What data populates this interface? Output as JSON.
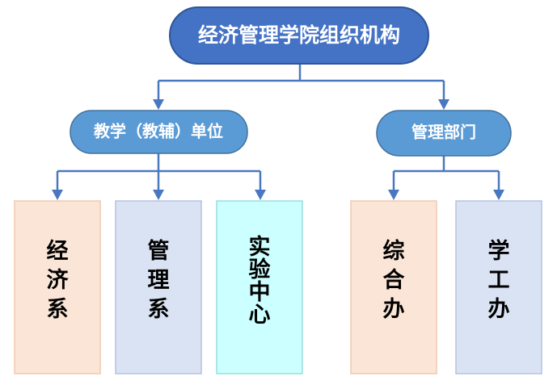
{
  "root": {
    "label": "经济管理学院组织机构"
  },
  "categories": [
    {
      "label": "教学（教辅）单位",
      "units": [
        {
          "label": "经济系",
          "fill": "#fbe5d6",
          "stroke": "#f1c9b0"
        },
        {
          "label": "管理系",
          "fill": "#dae3f3",
          "stroke": "#b4c3e0"
        },
        {
          "label": "实验中心",
          "fill": "#ccffff",
          "stroke": "#99dddd"
        }
      ]
    },
    {
      "label": "管理部门",
      "units": [
        {
          "label": "综合办",
          "fill": "#fbe5d6",
          "stroke": "#f1c9b0"
        },
        {
          "label": "学工办",
          "fill": "#dae3f3",
          "stroke": "#b4c3e0"
        }
      ]
    }
  ],
  "colors": {
    "root_fill": "#4472c4",
    "root_stroke": "#2f5597",
    "category_fill": "#5b9bd5",
    "category_stroke": "#41719c",
    "connector": "#4a78c0"
  }
}
